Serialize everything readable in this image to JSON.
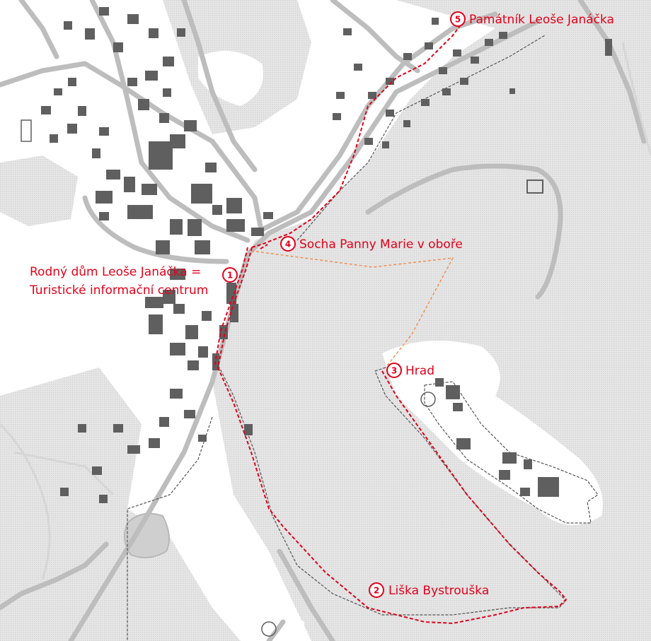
{
  "map": {
    "route_color": "#e2001a",
    "link_color": "#f08a4b",
    "points": [
      {
        "num": "1",
        "label_line1": "Rodný dům Leoše Janáčka =",
        "label_line2": "Turistické informační centrum"
      },
      {
        "num": "2",
        "label": "Liška Bystrouška"
      },
      {
        "num": "3",
        "label": "Hrad"
      },
      {
        "num": "4",
        "label": "Socha Panny Marie v oboře"
      },
      {
        "num": "5",
        "label": "Památník Leoše Janáčka"
      }
    ]
  }
}
